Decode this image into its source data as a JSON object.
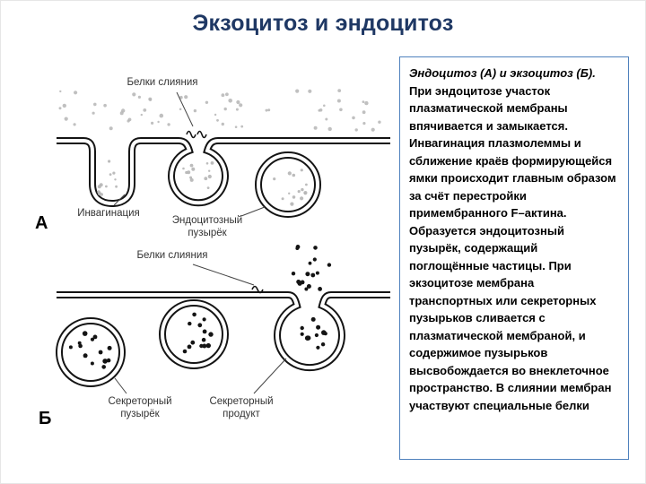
{
  "title": "Экзоцитоз и эндоцитоз",
  "colors": {
    "title_text": "#1f3864",
    "info_box_border": "#4f81bd",
    "membrane": "#141414",
    "extracellular_particles": "#b5b5b5",
    "secretory_granules": "#141414"
  },
  "info_box": {
    "heading": "Эндоцитоз (А) и экзоцитоз (Б).",
    "body": "При эндоцитозе участок плазматической мембраны впячивается и замыкается. Инвагинация плазмолеммы и сближение краёв формирующейся ямки происходит главным образом за счёт перестройки примембранного F–актина. Образуется эндоцитозный пузырёк, содержащий поглощённые частицы. При экзоцитозе мембрана транспортных или секреторных пузырьков сливается с плазматической мембраной, и содержимое пузырьков высвобождается во внеклеточное пространство. В слиянии мембран участвуют специальные белки"
  },
  "diagram_a": {
    "letter": "А",
    "label_fusion_proteins": "Белки слияния",
    "label_invagination": "Инвагинация",
    "label_vesicle_line1": "Эндоцитозный",
    "label_vesicle_line2": "пузырёк"
  },
  "diagram_b": {
    "letter": "Б",
    "label_fusion_proteins": "Белки слияния",
    "label_vesicle_line1": "Секреторный",
    "label_vesicle_line2": "пузырёк",
    "label_product_line1": "Секреторный",
    "label_product_line2": "продукт"
  }
}
